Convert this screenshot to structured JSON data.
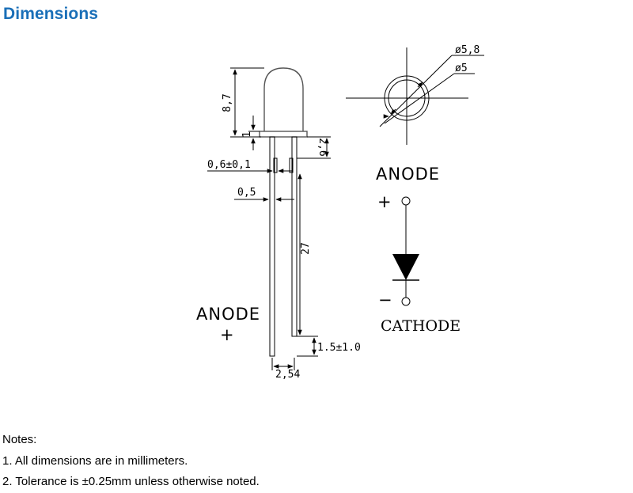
{
  "header": {
    "title": "Dimensions"
  },
  "drawing": {
    "dims": {
      "height": "8,7",
      "flange": "1",
      "stem": "2,6",
      "lead_width": "0,6±0,1",
      "lead_thickness": "0,5",
      "lead_length": "27",
      "lead_offset": "1.5±1.0",
      "pitch": "2,54",
      "outer_dia": "ø5,8",
      "inner_dia": "ø5"
    },
    "labels": {
      "anode_side": "ANODE",
      "anode_side_sign": "+",
      "anode_symbol": "ANODE",
      "anode_symbol_sign": "+",
      "cathode_sign": "−",
      "cathode": "CATHODE"
    }
  },
  "notes": {
    "heading": "Notes:",
    "items": [
      "1. All dimensions are in millimeters.",
      "2. Tolerance is ±0.25mm unless otherwise noted."
    ]
  }
}
